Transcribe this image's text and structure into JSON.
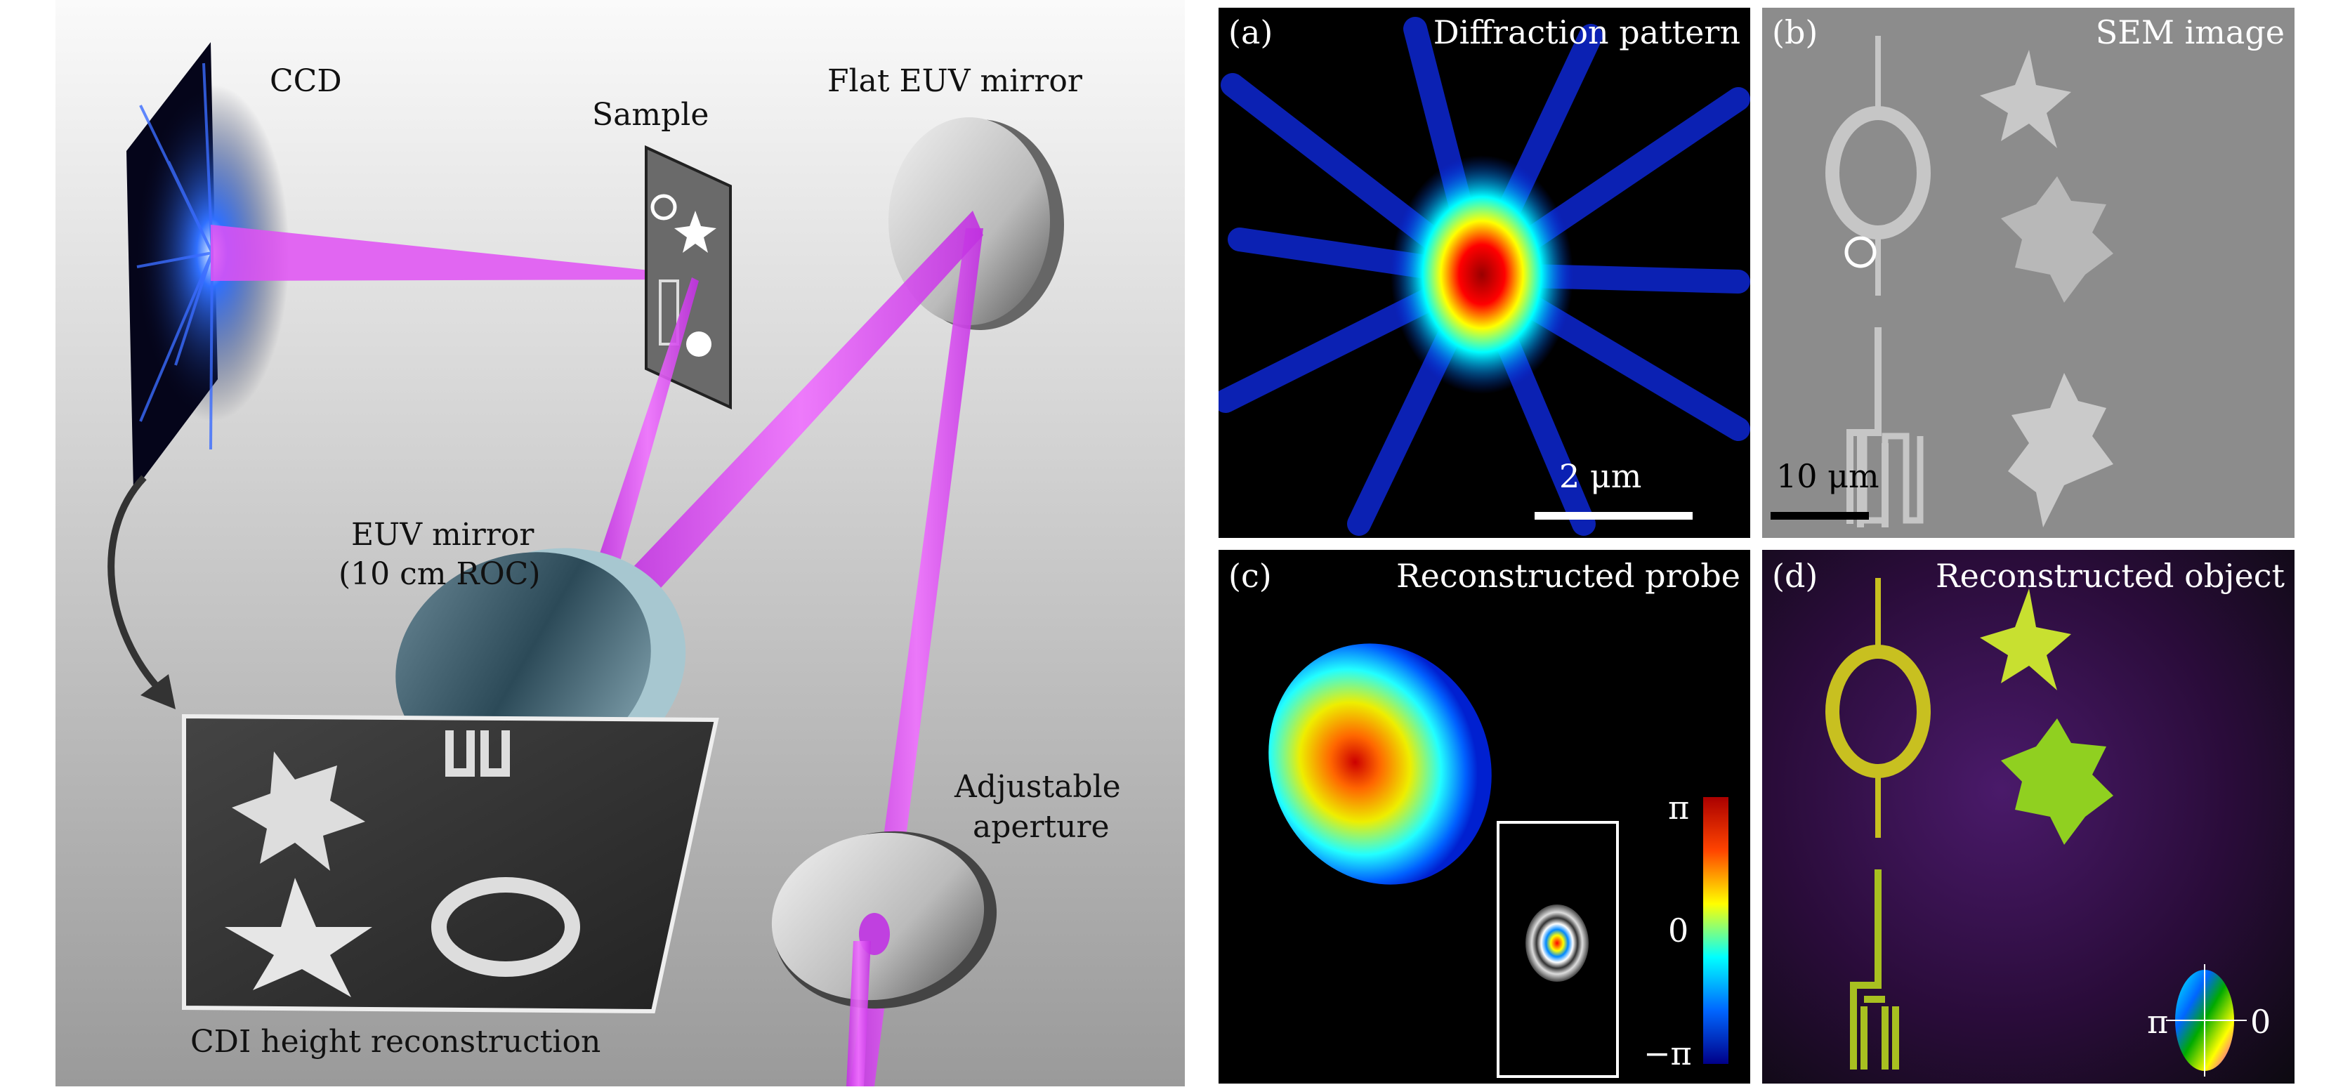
{
  "setup": {
    "labels": {
      "ccd": "CCD",
      "sample": "Sample",
      "flat_mirror": "Flat EUV mirror",
      "euv_mirror_line1": "EUV mirror",
      "euv_mirror_line2": "(10 cm ROC)",
      "aperture_line1": "Adjustable",
      "aperture_line2": "aperture",
      "cdi": "CDI height reconstruction"
    },
    "beam_color": "#e040f0"
  },
  "panels": {
    "a": {
      "tag": "(a)",
      "title": "Diffraction pattern",
      "scalebar": "2 μm"
    },
    "b": {
      "tag": "(b)",
      "title": "SEM image",
      "scalebar": "10 μm"
    },
    "c": {
      "tag": "(c)",
      "title": "Reconstructed probe",
      "colorbar_max": "π",
      "colorbar_mid": "0",
      "colorbar_min": "−π"
    },
    "d": {
      "tag": "(d)",
      "title": "Reconstructed object",
      "wheel_left": "π",
      "wheel_right": "0"
    }
  }
}
